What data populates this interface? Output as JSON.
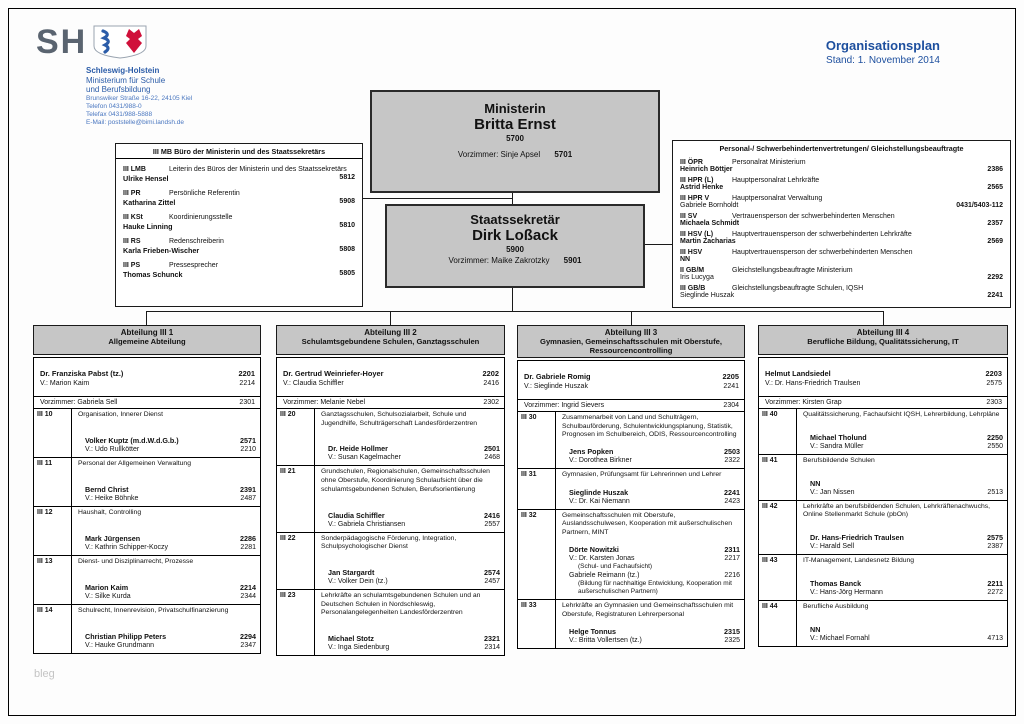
{
  "meta": {
    "watermark": "bleg"
  },
  "colors": {
    "accent_blue": "#1d4f9e",
    "box_gray": "#c6c6c6"
  },
  "brand": {
    "logo_text": "SH",
    "org_name": "Schleswig-Holstein",
    "org_line1": "Ministerium für Schule",
    "org_line2": "und Berufsbildung",
    "address": [
      "Brunswiker Straße 16-22, 24105 Kiel",
      "Telefon 0431/988-0",
      "Telefax 0431/988-5888",
      "E-Mail: poststelle@bimi.landsh.de"
    ]
  },
  "doc": {
    "title": "Organisationsplan",
    "date": "Stand: 1. November 2014"
  },
  "ministerin": {
    "role": "Ministerin",
    "name": "Britta Ernst",
    "phone": "5700",
    "vorzimmer": "Vorzimmer: Sinje Apsel",
    "vorzimmer_phone": "5701"
  },
  "staatssekretaer": {
    "role": "Staatssekretär",
    "name": "Dirk Loßack",
    "phone": "5900",
    "vorzimmer": "Vorzimmer: Maike Zakrotzky",
    "vorzimmer_phone": "5901"
  },
  "buero_box": {
    "title_code": "III MB",
    "title_text": "Büro der Ministerin und des Staatssekretärs",
    "entries": [
      {
        "code": "III LMB",
        "desc": "Leiterin des Büros der Ministerin und des Staatssekretärs",
        "name": "Ulrike Hensel",
        "phone": "5812"
      },
      {
        "code": "III PR",
        "desc": "Persönliche Referentin",
        "name": "Katharina Zittel",
        "phone": "5908"
      },
      {
        "code": "III KSt",
        "desc": "Koordinierungsstelle",
        "name": "Hauke Linning",
        "phone": "5810"
      },
      {
        "code": "III RS",
        "desc": "Redenschreiberin",
        "name": "Karla Frieben-Wischer",
        "phone": "5808"
      },
      {
        "code": "III PS",
        "desc": "Pressesprecher",
        "name": "Thomas Schunck",
        "phone": "5805"
      }
    ]
  },
  "vertretungen_box": {
    "title": "Personal-/ Schwerbehindertenvertretungen/ Gleichstellungsbeauftragte",
    "entries": [
      {
        "code": "III ÖPR",
        "desc": "Personalrat Ministerium",
        "name": "Heinrich Böttjer",
        "phone": "2386",
        "name_bold": true
      },
      {
        "code": "III HPR (L)",
        "desc": "Hauptpersonalrat Lehrkräfte",
        "name": "Astrid Henke",
        "phone": "2565",
        "name_bold": true
      },
      {
        "code": "III HPR V",
        "desc": "Hauptpersonalrat Verwaltung",
        "name": "Gabriele Bornholdt",
        "phone": "0431/5403-112",
        "name_bold": false
      },
      {
        "code": "III SV",
        "desc": "Vertrauensperson der schwerbehinderten Menschen",
        "name": "Michaela Schmidt",
        "phone": "2357",
        "name_bold": true
      },
      {
        "code": "III HSV (L)",
        "desc": "Hauptvertrauensperson der schwerbehinderten Lehrkräfte",
        "name": "Martin Zacharias",
        "phone": "2569",
        "name_bold": true
      },
      {
        "code": "III HSV",
        "desc": "Hauptvertrauensperson der schwerbehinderten Menschen",
        "name": "NN",
        "phone": "",
        "name_bold": true
      },
      {
        "code": "II GB/M",
        "desc": "Gleichstellungsbeauftragte Ministerium",
        "name": "Iris Lucyga",
        "phone": "2292",
        "name_bold": false
      },
      {
        "code": "III GB/B",
        "desc": "Gleichstellungsbeauftragte Schulen, IQSH",
        "name": "Sieglinde Huszak",
        "phone": "2241",
        "name_bold": false
      }
    ]
  },
  "departments": [
    {
      "title": "Abteilung III 1",
      "subtitle": "Allgemeine Abteilung",
      "head_name": "Dr. Franziska Pabst (tz.)",
      "head_phone": "2201",
      "deputy": "V.: Marion Kaim",
      "deputy_phone": "2214",
      "vorzimmer": "Vorzimmer: Gabriela Sell",
      "vorzimmer_phone": "2301",
      "referate": [
        {
          "code": "III 10",
          "desc": "Organisation, Innerer Dienst",
          "people": [
            {
              "text": "Volker Kuptz (m.d.W.d.G.b.)",
              "phone": "2571",
              "bold": true
            },
            {
              "text": "V.: Udo Rullkötter",
              "phone": "2210"
            }
          ]
        },
        {
          "code": "III 11",
          "desc": "Personal der Allgemeinen Verwaltung",
          "people": [
            {
              "text": "Bernd Christ",
              "phone": "2391",
              "bold": true
            },
            {
              "text": "V.: Heike Böhnke",
              "phone": "2487"
            }
          ]
        },
        {
          "code": "III 12",
          "desc": "Haushalt, Controlling",
          "people": [
            {
              "text": "Mark Jürgensen",
              "phone": "2286",
              "bold": true
            },
            {
              "text": "V.: Kathrin Schipper-Koczy",
              "phone": "2281"
            }
          ]
        },
        {
          "code": "III 13",
          "desc": "Dienst- und Disziplinarrecht, Prozesse",
          "people": [
            {
              "text": "Marion Kaim",
              "phone": "2214",
              "bold": true
            },
            {
              "text": "V.: Silke Kurda",
              "phone": "2344"
            }
          ]
        },
        {
          "code": "III 14",
          "desc": "Schulrecht, Innenrevision, Privatschulfinanzierung",
          "people": [
            {
              "text": "Christian Philipp Peters",
              "phone": "2294",
              "bold": true
            },
            {
              "text": "V.: Hauke Grundmann",
              "phone": "2347"
            }
          ]
        }
      ]
    },
    {
      "title": "Abteilung III 2",
      "subtitle": "Schulamtsgebundene Schulen, Ganztagsschulen",
      "head_name": "Dr. Gertrud Weinriefer-Hoyer",
      "head_phone": "2202",
      "deputy": "V.: Claudia Schiffler",
      "deputy_phone": "2416",
      "vorzimmer": "Vorzimmer: Melanie Nebel",
      "vorzimmer_phone": "2302",
      "referate": [
        {
          "code": "III 20",
          "desc": "Ganztagsschulen, Schulsozialarbeit, Schule und Jugendhilfe, Schulträgerschaft Landesförderzentren",
          "people": [
            {
              "text": "Dr. Heide Hollmer",
              "phone": "2501",
              "bold": true
            },
            {
              "text": "V.: Susan Kagelmacher",
              "phone": "2468"
            }
          ]
        },
        {
          "code": "III 21",
          "desc": "Grundschulen, Regionalschulen, Gemeinschaftsschulen ohne Oberstufe, Koordinierung Schulaufsicht über die schulamtsgebundenen Schulen, Berufsorientierung",
          "people": [
            {
              "text": "Claudia Schiffler",
              "phone": "2416",
              "bold": true
            },
            {
              "text": "V.: Gabriela Christiansen",
              "phone": "2557"
            }
          ]
        },
        {
          "code": "III 22",
          "desc": "Sonderpädagogische Förderung, Integration, Schulpsychologischer Dienst",
          "people": [
            {
              "text": "Jan Stargardt",
              "phone": "2574",
              "bold": true
            },
            {
              "text": "V.: Volker Dein (tz.)",
              "phone": "2457"
            }
          ]
        },
        {
          "code": "III 23",
          "desc": "Lehrkräfte an schulamtsgebundenen Schulen und an Deutschen Schulen in Nordschleswig, Personalangelegenheiten Landesförderzentren",
          "people": [
            {
              "text": "Michael Stotz",
              "phone": "2321",
              "bold": true
            },
            {
              "text": "V.: Inga Siedenburg",
              "phone": "2314"
            }
          ]
        }
      ]
    },
    {
      "title": "Abteilung III 3",
      "subtitle": "Gymnasien, Gemeinschaftsschulen mit Oberstufe, Ressourcencontrolling",
      "head_name": "Dr. Gabriele Romig",
      "head_phone": "2205",
      "deputy": "V.: Sieglinde Huszak",
      "deputy_phone": "2241",
      "vorzimmer": "Vorzimmer: Ingrid Sievers",
      "vorzimmer_phone": "2304",
      "referate": [
        {
          "code": "III 30",
          "desc": "Zusammenarbeit von Land und Schulträgern, Schulbauförderung, Schulentwicklungsplanung, Statistik, Prognosen im Schulbereich, ODIS, Ressourcencontrolling",
          "people": [
            {
              "text": "Jens Popken",
              "phone": "2503",
              "bold": true
            },
            {
              "text": "V.: Dorothea Birkner",
              "phone": "2322"
            }
          ]
        },
        {
          "code": "III 31",
          "desc": "Gymnasien, Prüfungsamt für Lehrerinnen und Lehrer",
          "people": [
            {
              "text": "Sieglinde Huszak",
              "phone": "2241",
              "bold": true
            },
            {
              "text": "V.: Dr. Kai Niemann",
              "phone": "2423"
            }
          ]
        },
        {
          "code": "III 32",
          "desc": "Gemeinschaftsschulen mit Oberstufe, Auslandsschulwesen, Kooperation mit außerschulischen Partnern, MINT",
          "people": [
            {
              "text": "Dörte Nowitzki",
              "phone": "2311",
              "bold": true
            },
            {
              "text": "V.: Dr. Karsten Jonas",
              "phone": "2217"
            },
            {
              "text": "(Schul- und Fachaufsicht)",
              "note": true
            },
            {
              "text": "Gabriele Reimann (tz.)",
              "phone": "2216"
            },
            {
              "text": "(Bildung für nachhaltige Entwicklung, Kooperation mit außerschulischen Partnern)",
              "note": true
            }
          ]
        },
        {
          "code": "III 33",
          "desc": "Lehrkräfte an Gymnasien und Gemeinschaftsschulen mit Oberstufe, Registraturen Lehrerpersonal",
          "people": [
            {
              "text": "Helge Tonnus",
              "phone": "2315",
              "bold": true
            },
            {
              "text": "V.: Britta Vollertsen (tz.)",
              "phone": "2325"
            }
          ]
        }
      ]
    },
    {
      "title": "Abteilung III 4",
      "subtitle": "Berufliche Bildung, Qualitätssicherung, IT",
      "head_name": "Helmut Landsiedel",
      "head_phone": "2203",
      "deputy": "V.: Dr. Hans-Friedrich Traulsen",
      "deputy_phone": "2575",
      "vorzimmer": "Vorzimmer: Kirsten Grap",
      "vorzimmer_phone": "2303",
      "referate": [
        {
          "code": "III 40",
          "desc": "Qualitätssicherung, Fachaufsicht IQSH, Lehrerbildung, Lehrpläne",
          "people": [
            {
              "text": "Michael Tholund",
              "phone": "2250",
              "bold": true
            },
            {
              "text": "V.: Sandra Müller",
              "phone": "2550"
            }
          ]
        },
        {
          "code": "III 41",
          "desc": "Berufsbildende Schulen",
          "people": [
            {
              "text": "NN",
              "phone": "",
              "bold": true
            },
            {
              "text": "V.: Jan Nissen",
              "phone": "2513"
            }
          ]
        },
        {
          "code": "III 42",
          "desc": "Lehrkräfte an berufsbildenden Schulen, Lehrkräftenachwuchs, Online Stellenmarkt Schule (pbOn)",
          "people": [
            {
              "text": "Dr. Hans-Friedrich Traulsen",
              "phone": "2575",
              "bold": true
            },
            {
              "text": "V.: Harald Sell",
              "phone": "2387"
            }
          ]
        },
        {
          "code": "III 43",
          "desc": "IT-Management, Landesnetz Bildung",
          "people": [
            {
              "text": "Thomas Banck",
              "phone": "2211",
              "bold": true
            },
            {
              "text": "V.: Hans-Jörg Hermann",
              "phone": "2272"
            }
          ]
        },
        {
          "code": "III 44",
          "desc": "Berufliche Ausbildung",
          "people": [
            {
              "text": "NN",
              "phone": "",
              "bold": true
            },
            {
              "text": "V.: Michael Fornahl",
              "phone": "4713"
            }
          ]
        }
      ]
    }
  ]
}
